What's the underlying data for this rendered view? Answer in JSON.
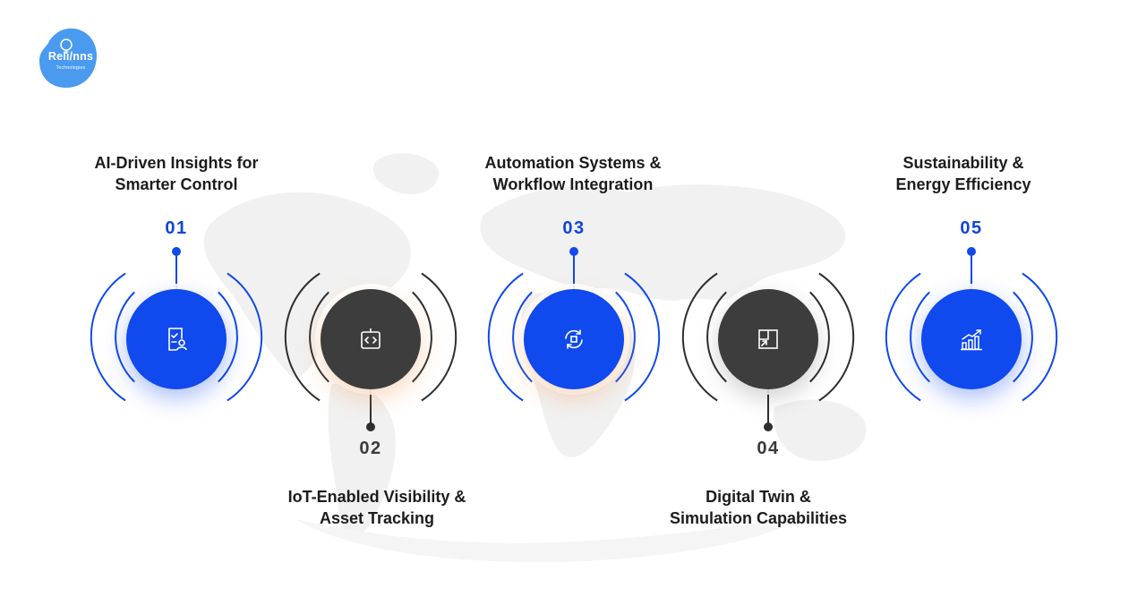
{
  "brand": {
    "logo_text": "Reli/nns",
    "logo_sub": "Technologies",
    "color": "#4a9af0"
  },
  "colors": {
    "blue": "#1049ee",
    "dark": "#3d3d3d",
    "number_blue": "#1046d6",
    "number_dark": "#3a3a3a"
  },
  "steps": [
    {
      "number": "01",
      "title_line1": "AI-Driven Insights for",
      "title_line2": "Smarter Control",
      "icon": "checklist-user-icon",
      "style": "blue"
    },
    {
      "number": "02",
      "title_line1": "IoT-Enabled Visibility &",
      "title_line2": "Asset Tracking",
      "icon": "code-tag-icon",
      "style": "dark"
    },
    {
      "number": "03",
      "title_line1": "Automation Systems &",
      "title_line2": "Workflow Integration",
      "icon": "sync-cycle-icon",
      "style": "blue"
    },
    {
      "number": "04",
      "title_line1": "Digital Twin &",
      "title_line2": "Simulation Capabilities",
      "icon": "expand-window-icon",
      "style": "dark"
    },
    {
      "number": "05",
      "title_line1": "Sustainability &",
      "title_line2": "Energy Efficiency",
      "icon": "growth-chart-icon",
      "style": "blue"
    }
  ]
}
